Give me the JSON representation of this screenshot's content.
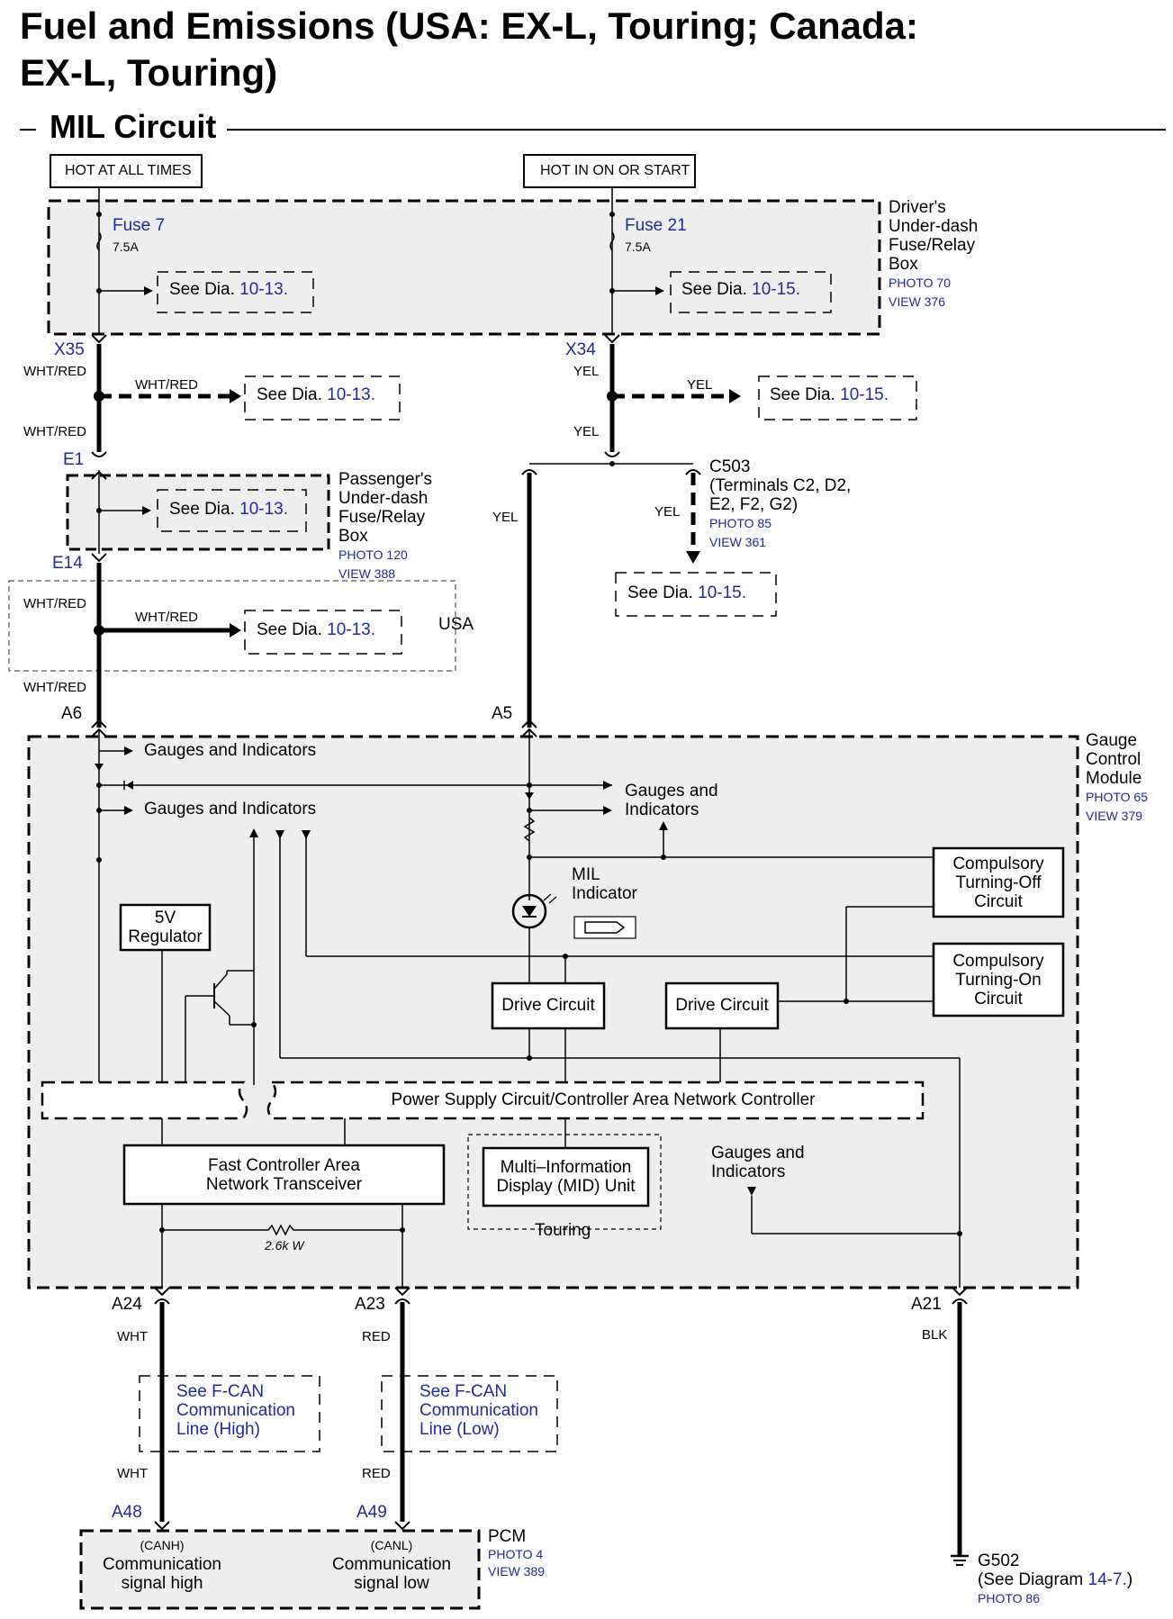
{
  "title_line1": "Fuel and Emissions (USA: EX-L, Touring; Canada:",
  "title_line2": "EX-L, Touring)",
  "section_title": "MIL Circuit",
  "power": {
    "hot_at_all_times": "HOT AT ALL TIMES",
    "hot_in_on": "HOT IN ON OR START"
  },
  "fuses": [
    {
      "name": "Fuse 7",
      "rating": "7.5A"
    },
    {
      "name": "Fuse 21",
      "rating": "7.5A"
    }
  ],
  "see_dia": "See Dia.",
  "refs": {
    "r1013": "10-13.",
    "r1015": "10-15."
  },
  "driver_box": {
    "l1": "Driver's",
    "l2": "Under-dash",
    "l3": "Fuse/Relay",
    "l4": "Box",
    "photo": "PHOTO 70",
    "view": "VIEW 376"
  },
  "passenger_box": {
    "l1": "Passenger's",
    "l2": "Under-dash",
    "l3": "Fuse/Relay",
    "l4": "Box",
    "photo": "PHOTO 120",
    "view": "VIEW 388"
  },
  "c503": {
    "l1": "C503",
    "l2": "(Terminals C2, D2,",
    "l3": "E2, F2, G2)",
    "photo": "PHOTO 85",
    "view": "VIEW 361"
  },
  "gcm": {
    "l1": "Gauge",
    "l2": "Control",
    "l3": "Module",
    "photo": "PHOTO 65",
    "view": "VIEW 379"
  },
  "pins": {
    "x35": "X35",
    "x34": "X34",
    "e1": "E1",
    "e14": "E14",
    "a6": "A6",
    "a5": "A5",
    "a24": "A24",
    "a23": "A23",
    "a21": "A21",
    "a48": "A48",
    "a49": "A49"
  },
  "wires": {
    "wht_red": "WHT/RED",
    "yel": "YEL",
    "wht": "WHT",
    "red": "RED",
    "blk": "BLK"
  },
  "usa": "USA",
  "touring": "Touring",
  "gauges_indicators": "Gauges and Indicators",
  "gauges_and": "Gauges and",
  "indicators": "Indicators",
  "mil": {
    "l1": "MIL",
    "l2": "Indicator"
  },
  "regulator": {
    "l1": "5V",
    "l2": "Regulator"
  },
  "drive_circuit": "Drive Circuit",
  "comp_off": {
    "l1": "Compulsory",
    "l2": "Turning-Off",
    "l3": "Circuit"
  },
  "comp_on": {
    "l1": "Compulsory",
    "l2": "Turning-On",
    "l3": "Circuit"
  },
  "psc": "Power Supply Circuit/Controller Area Network Controller",
  "fcan": {
    "l1": "Fast Controller Area",
    "l2": "Network Transceiver"
  },
  "mid": {
    "l1": "Multi–Information",
    "l2": "Display (MID) Unit"
  },
  "resistor": "2.6k W",
  "fcan_high": {
    "l1": "See F-CAN",
    "l2": "Communication",
    "l3": "Line (High)"
  },
  "fcan_low": {
    "l1": "See F-CAN",
    "l2": "Communication",
    "l3": "Line (Low)"
  },
  "pcm": {
    "name": "PCM",
    "photo": "PHOTO 4",
    "view": "VIEW 389",
    "canh": "(CANH)",
    "canh_l1": "Communication",
    "canh_l2": "signal high",
    "canl": "(CANL)",
    "canl_l1": "Communication",
    "canl_l2": "signal low"
  },
  "g502": {
    "name": "G502",
    "see": "(See Diagram",
    "ref": "14-7.",
    "close": ")",
    "photo": "PHOTO 86"
  }
}
